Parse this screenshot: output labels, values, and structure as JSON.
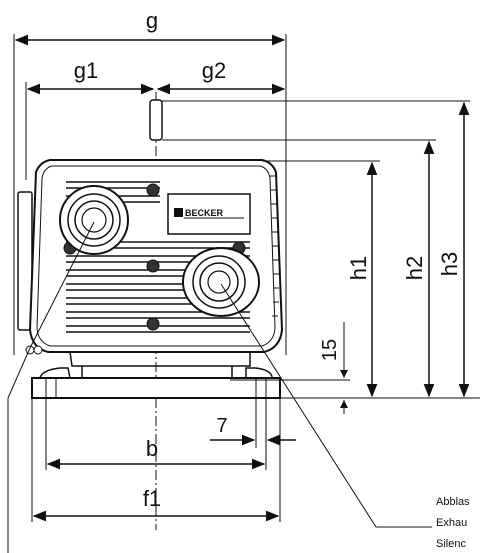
{
  "dimensions": {
    "g": "g",
    "g1": "g1",
    "g2": "g2",
    "h1": "h1",
    "h2": "h2",
    "h3": "h3",
    "d15": "15",
    "d7": "7",
    "b": "b",
    "f1": "f1"
  },
  "brand": "BECKER",
  "callout": {
    "line1": "Abblas",
    "line2": "Exhau",
    "line3": "Silenc"
  }
}
